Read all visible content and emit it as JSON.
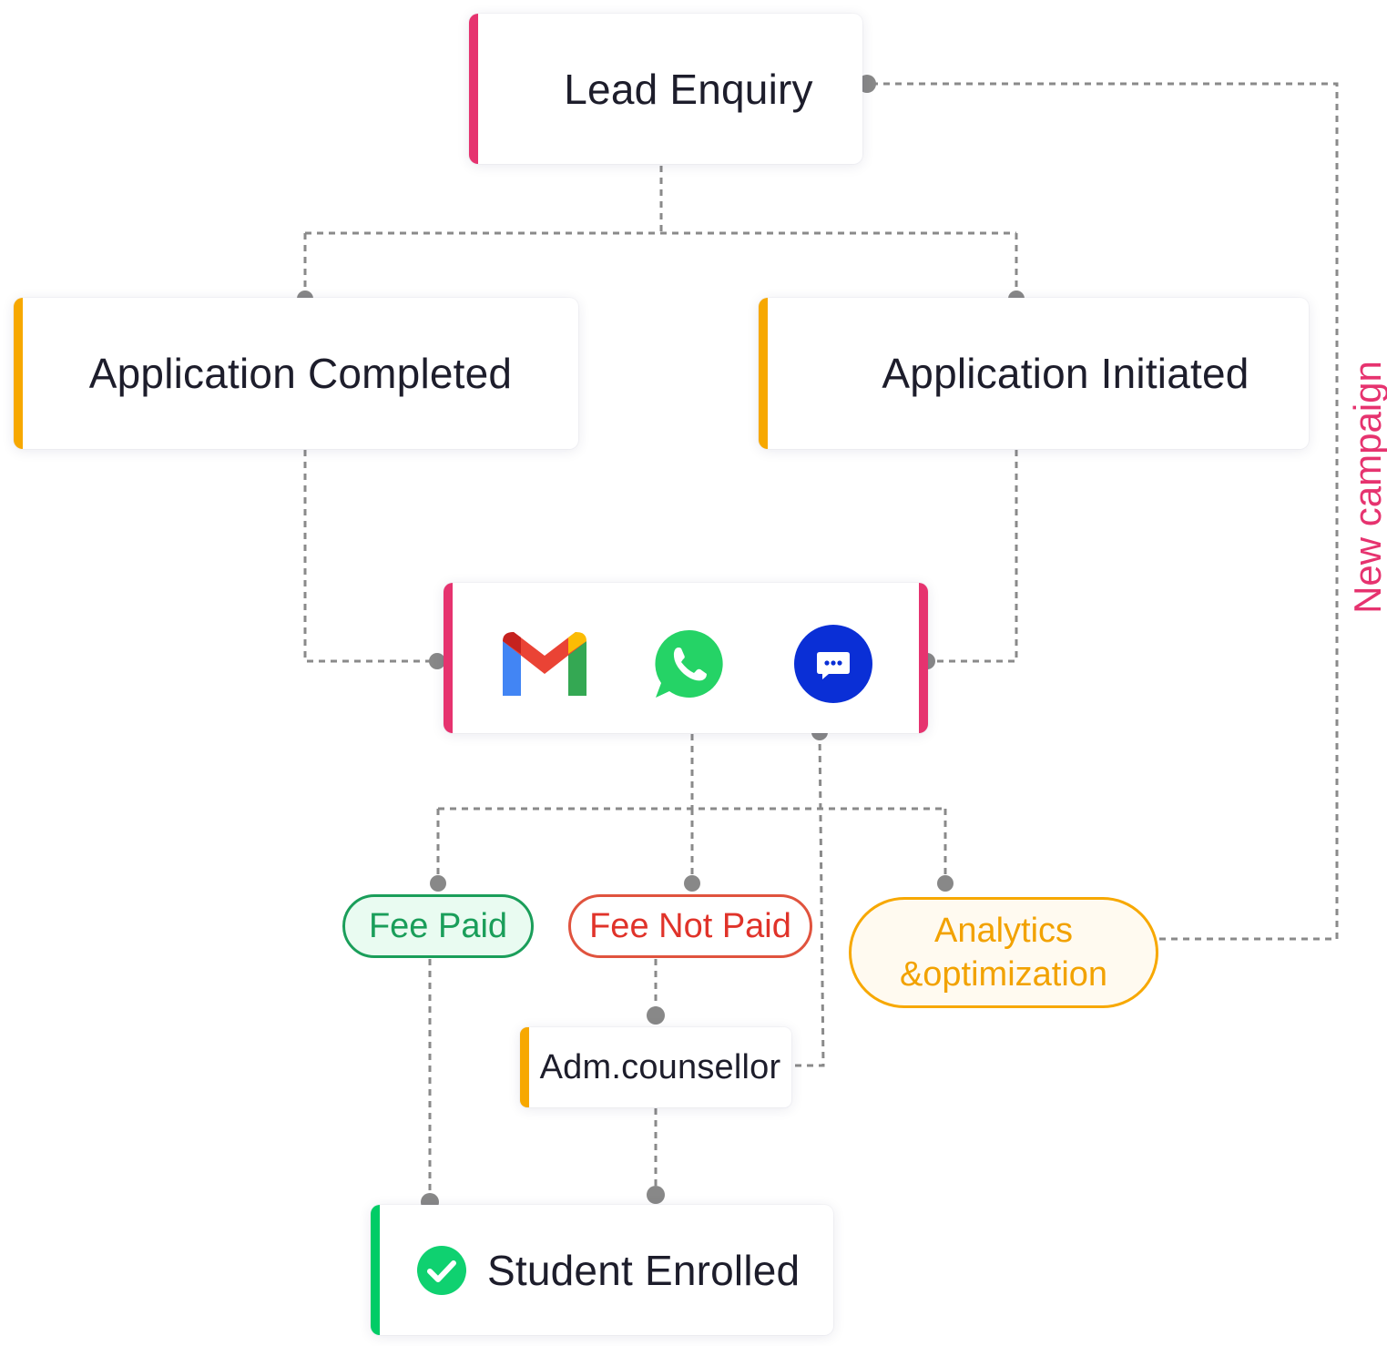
{
  "nodes": {
    "lead_enquiry": "Lead Enquiry",
    "application_completed": "Application Completed",
    "application_initiated": "Application Initiated",
    "fee_paid": "Fee Paid",
    "fee_not_paid": "Fee Not Paid",
    "analytics_line1": "Analytics",
    "analytics_line2": "&optimization",
    "counsellor": "Adm.counsellor",
    "student_enrolled": "Student Enrolled"
  },
  "channels": [
    "gmail-icon",
    "whatsapp-icon",
    "sms-chat-icon"
  ],
  "edge_label": "New campaign",
  "colors": {
    "pink_accent": "#e6336f",
    "orange_accent": "#f7a800",
    "green_accent": "#00cc66",
    "fee_paid": "#1a9e5a",
    "fee_not_paid": "#e0332a",
    "connector": "#888888"
  }
}
